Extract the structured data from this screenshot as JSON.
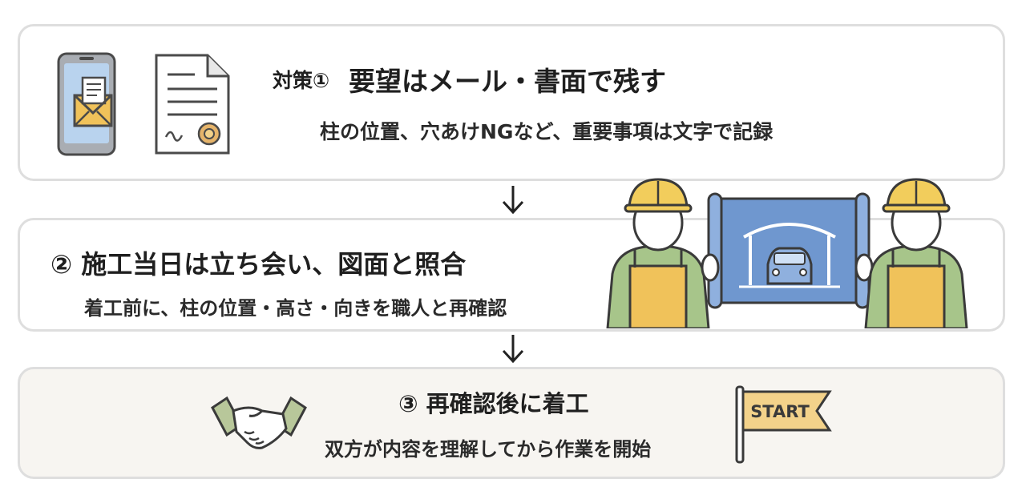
{
  "steps": [
    {
      "prefix": "対策①",
      "title": "要望はメール・書面で残す",
      "subtitle": "柱の位置、穴あけNGなど、重要事項は文字で記録",
      "icons": [
        "smartphone-mail-icon",
        "document-seal-icon"
      ]
    },
    {
      "title": "② 施工当日は立ち会い、図面と照合",
      "subtitle": "着工前に、柱の位置・高さ・向きを職人と再確認",
      "icons": [
        "workers-blueprint-illustration"
      ]
    },
    {
      "title": "③ 再確認後に着工",
      "subtitle": "双方が内容を理解してから作業を開始",
      "icons": [
        "handshake-icon",
        "start-flag-icon"
      ],
      "flag_label": "START"
    }
  ],
  "colors": {
    "helmet": "#f2cd5c",
    "shirt": "#a7c58a",
    "apron": "#f0c25a",
    "blueprint": "#6f97cf",
    "flag": "#f3d28a",
    "card_border": "#dedede"
  }
}
